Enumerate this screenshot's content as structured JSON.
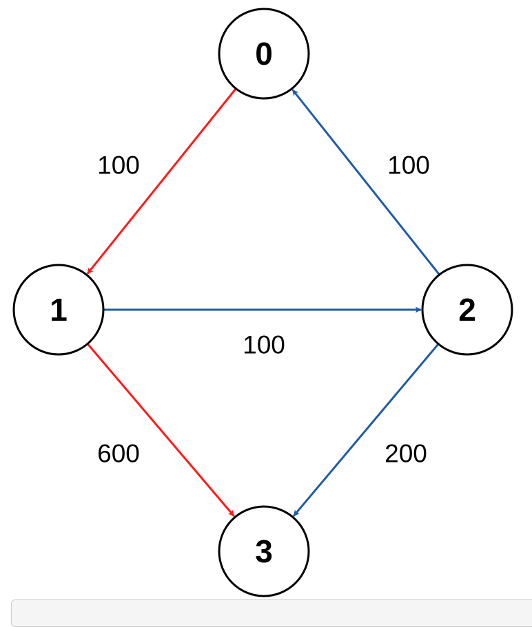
{
  "diagram": {
    "type": "directed-weighted-graph",
    "colors": {
      "red": "#ff1a1a",
      "blue": "#1f5ba6",
      "node_stroke": "#000000",
      "node_fill": "#ffffff"
    },
    "nodes": [
      {
        "id": "0",
        "label": "0"
      },
      {
        "id": "1",
        "label": "1"
      },
      {
        "id": "2",
        "label": "2"
      },
      {
        "id": "3",
        "label": "3"
      }
    ],
    "edges": [
      {
        "from": "0",
        "to": "1",
        "weight": "100",
        "color": "red"
      },
      {
        "from": "2",
        "to": "0",
        "weight": "100",
        "color": "blue"
      },
      {
        "from": "1",
        "to": "2",
        "weight": "100",
        "color": "blue"
      },
      {
        "from": "1",
        "to": "3",
        "weight": "600",
        "color": "red"
      },
      {
        "from": "2",
        "to": "3",
        "weight": "200",
        "color": "blue"
      }
    ]
  },
  "code_block": {
    "content": ""
  }
}
